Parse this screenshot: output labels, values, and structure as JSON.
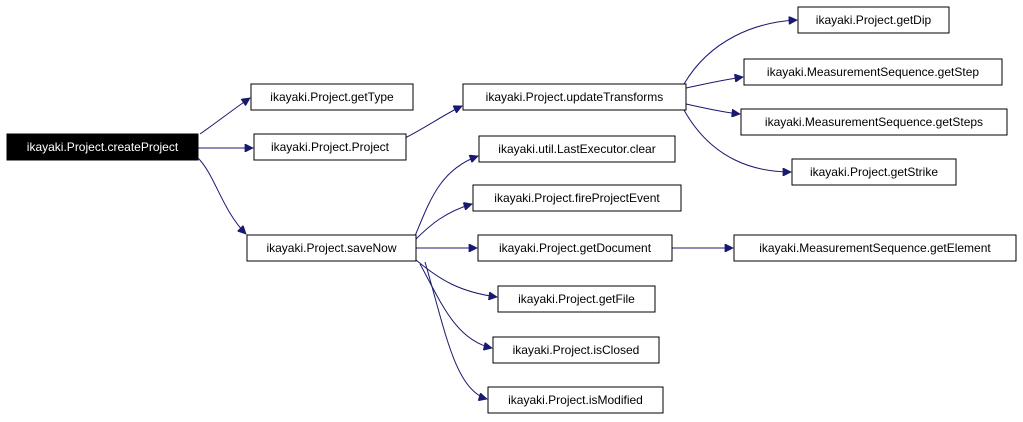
{
  "diagram": {
    "nodes": [
      {
        "id": "createProject",
        "label": "ikayaki.Project.createProject",
        "root": true
      },
      {
        "id": "getType",
        "label": "ikayaki.Project.getType"
      },
      {
        "id": "Project",
        "label": "ikayaki.Project.Project"
      },
      {
        "id": "saveNow",
        "label": "ikayaki.Project.saveNow"
      },
      {
        "id": "updateTransforms",
        "label": "ikayaki.Project.updateTransforms"
      },
      {
        "id": "getDip",
        "label": "ikayaki.Project.getDip"
      },
      {
        "id": "getStep",
        "label": "ikayaki.MeasurementSequence.getStep"
      },
      {
        "id": "getSteps",
        "label": "ikayaki.MeasurementSequence.getSteps"
      },
      {
        "id": "getStrike",
        "label": "ikayaki.Project.getStrike"
      },
      {
        "id": "clear",
        "label": "ikayaki.util.LastExecutor.clear"
      },
      {
        "id": "fireProjectEvent",
        "label": "ikayaki.Project.fireProjectEvent"
      },
      {
        "id": "getDocument",
        "label": "ikayaki.Project.getDocument"
      },
      {
        "id": "getElement",
        "label": "ikayaki.MeasurementSequence.getElement"
      },
      {
        "id": "getFile",
        "label": "ikayaki.Project.getFile"
      },
      {
        "id": "isClosed",
        "label": "ikayaki.Project.isClosed"
      },
      {
        "id": "isModified",
        "label": "ikayaki.Project.isModified"
      }
    ],
    "edges": [
      {
        "from": "createProject",
        "to": "getType"
      },
      {
        "from": "createProject",
        "to": "Project"
      },
      {
        "from": "createProject",
        "to": "saveNow"
      },
      {
        "from": "Project",
        "to": "updateTransforms"
      },
      {
        "from": "updateTransforms",
        "to": "getDip"
      },
      {
        "from": "updateTransforms",
        "to": "getStep"
      },
      {
        "from": "updateTransforms",
        "to": "getSteps"
      },
      {
        "from": "updateTransforms",
        "to": "getStrike"
      },
      {
        "from": "saveNow",
        "to": "clear"
      },
      {
        "from": "saveNow",
        "to": "fireProjectEvent"
      },
      {
        "from": "saveNow",
        "to": "getDocument"
      },
      {
        "from": "getDocument",
        "to": "getElement"
      },
      {
        "from": "saveNow",
        "to": "getFile"
      },
      {
        "from": "saveNow",
        "to": "isClosed"
      },
      {
        "from": "saveNow",
        "to": "isModified"
      }
    ]
  }
}
